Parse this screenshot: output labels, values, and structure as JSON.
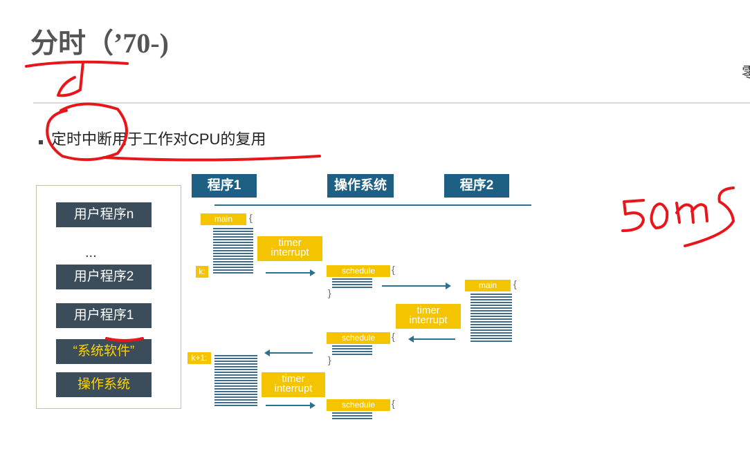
{
  "slide": {
    "title": "分时（’70-)",
    "corner_text": "零",
    "bullet": "定时中断用于工作对CPU的复用"
  },
  "stack": {
    "items": [
      "用户程序n",
      "...",
      "用户程序2",
      "用户程序1",
      "“系统软件”",
      "操作系统"
    ]
  },
  "diagram": {
    "headers": [
      "程序1",
      "操作系统",
      "程序2"
    ],
    "main1": "main",
    "k_label": "k:",
    "k1_label": "k+1:",
    "timer1": [
      "timer",
      "interrupt"
    ],
    "timer2": [
      "timer",
      "interrupt"
    ],
    "timer3": [
      "timer",
      "interrupt"
    ],
    "schedule1": "schedule",
    "schedule2": "schedule",
    "schedule3": "schedule",
    "main2": "main",
    "brace_open": "{",
    "brace_close": "}"
  },
  "annotation": {
    "handwritten": "50ms",
    "ink_color": "#e8161b"
  }
}
